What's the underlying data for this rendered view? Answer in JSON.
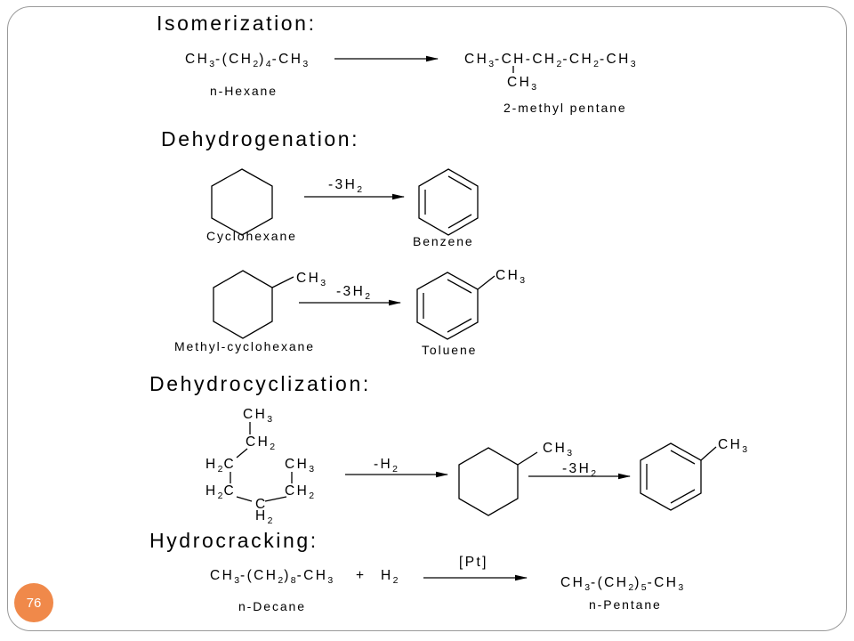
{
  "isomerization": {
    "heading": "Isomerization:",
    "reactant_formula": "CH3-(CH2)4-CH3",
    "reactant_name": "n-Hexane",
    "product_main_chain": "CH3-CH-CH2-CH2-CH3",
    "product_branch": "CH3",
    "product_name": "2-methyl pentane"
  },
  "dehydrogenation": {
    "heading": "Dehydrogenation:",
    "reaction1": {
      "reagent": "-3H2",
      "reactant_name": "Cyclohexane",
      "product_name": "Benzene"
    },
    "reaction2": {
      "reagent": "-3H2",
      "reactant_substituent": "CH3",
      "reactant_name": "Methyl-cyclohexane",
      "product_substituent": "CH3",
      "product_name": "Toluene"
    }
  },
  "dehydrocyclization": {
    "heading": "Dehydrocyclization:",
    "chain_labels": [
      "CH3",
      "CH2",
      "H2C",
      "CH3",
      "H2C",
      "CH2",
      "C",
      "H2"
    ],
    "step1_reagent": "-H2",
    "intermediate_substituent": "CH3",
    "step2_reagent": "-3H2",
    "product_substituent": "CH3"
  },
  "hydrocracking": {
    "heading": "Hydrocracking:",
    "reactant_formula": "CH3-(CH2)8-CH3",
    "plus": "+",
    "hydrogen": "H2",
    "catalyst": "[Pt]",
    "reactant_name": "n-Decane",
    "product_formula": "CH3-(CH2)5-CH3",
    "product_name": "n-Pentane"
  },
  "page_number": "76"
}
